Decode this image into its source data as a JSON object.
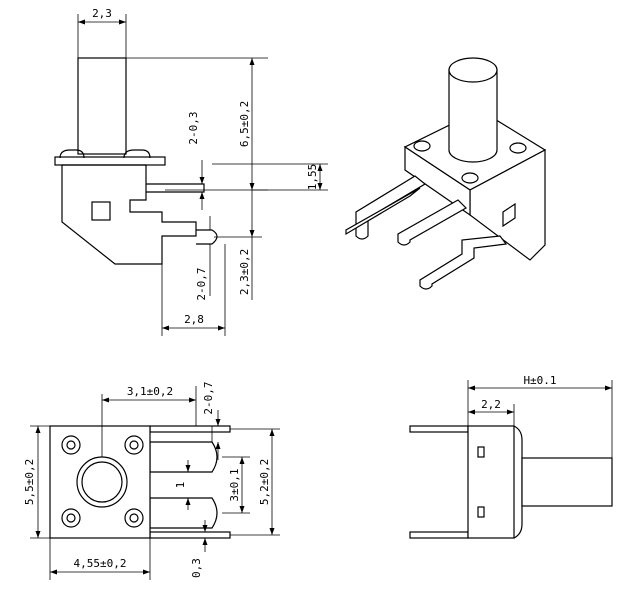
{
  "dimensions": {
    "side_plunger_width": "2,3",
    "side_pin_thickness": "2-0,3",
    "side_total_height": "6,5±0,2",
    "side_pin_offset": "1,55",
    "side_pin_lower_thickness": "2-0,7",
    "side_lower_height": "2,3±0,2",
    "side_bottom_width": "2,8",
    "top_center_offset": "3,1±0,2",
    "top_pin_width": "2-0,7",
    "top_body_height": "5,5±0,2",
    "top_pin_pitch": "3±0,1",
    "top_pin_span": "5,2±0,2",
    "top_pin_gap": "1",
    "top_body_width": "4,55±0,2",
    "top_pin_offset": "0,3",
    "right_total_length": "H±0.1",
    "right_body_depth": "2,2"
  }
}
